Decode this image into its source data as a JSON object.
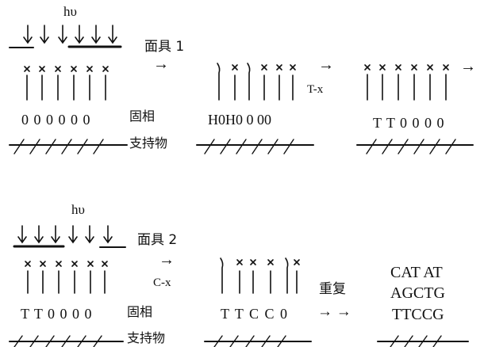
{
  "top": {
    "light": "hυ",
    "mask": "面具 1",
    "step_arrow": "→",
    "reagent": "T-x",
    "reagent_arrow": "→",
    "end_arrow": "→",
    "row_before": "0 0 0 0 0 0",
    "row_deprotected": "H0H0 0  00",
    "row_after": "T T 0 0 0 0",
    "solid_phase": "固相",
    "support": "支持物"
  },
  "bottom": {
    "light": "hυ",
    "mask": "面具 2",
    "step_arrow": "→",
    "reagent": "C-x",
    "row_before": "T T 0 0 0 0",
    "row_after": "T T C C 0",
    "solid_phase": "固相",
    "support": "支持物",
    "repeat_label": "重复",
    "repeat_arrows": "→ →",
    "final_sequences": [
      "CAT AT",
      "AGCTG",
      "TTCCG"
    ]
  }
}
